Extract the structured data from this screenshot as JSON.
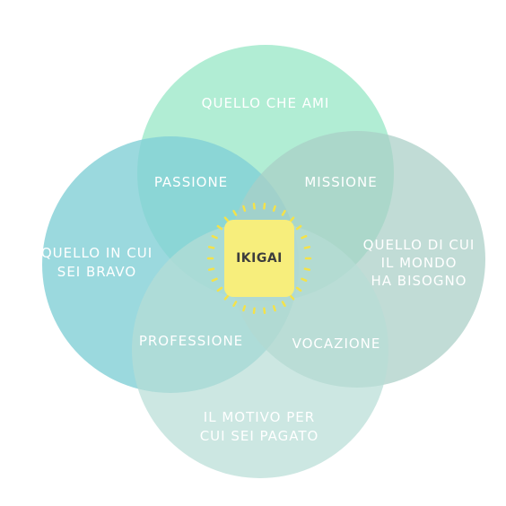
{
  "diagram": {
    "colors": {
      "top": "#9ee8c9",
      "left": "#82d0d6",
      "right": "#a9cfc6",
      "bottom": "#b6ddd6",
      "center": "#f7ee7c",
      "rays": "#f4e24a",
      "text": "#ffffff",
      "center_text": "#3d3d3d"
    },
    "circles": {
      "top": {
        "line1": "QUELLO CHE AMI"
      },
      "left": {
        "line1": "QUELLO IN CUI",
        "line2": "SEI BRAVO"
      },
      "right": {
        "line1": "QUELLO DI CUI",
        "line2": "IL MONDO",
        "line3": "HA BISOGNO"
      },
      "bottom": {
        "line1": "IL MOTIVO PER",
        "line2": "CUI SEI PAGATO"
      }
    },
    "overlaps": {
      "passione": "PASSIONE",
      "missione": "MISSIONE",
      "professione": "PROFESSIONE",
      "vocazione": "VOCAZIONE"
    },
    "center": {
      "label": "IKIGAI"
    }
  }
}
